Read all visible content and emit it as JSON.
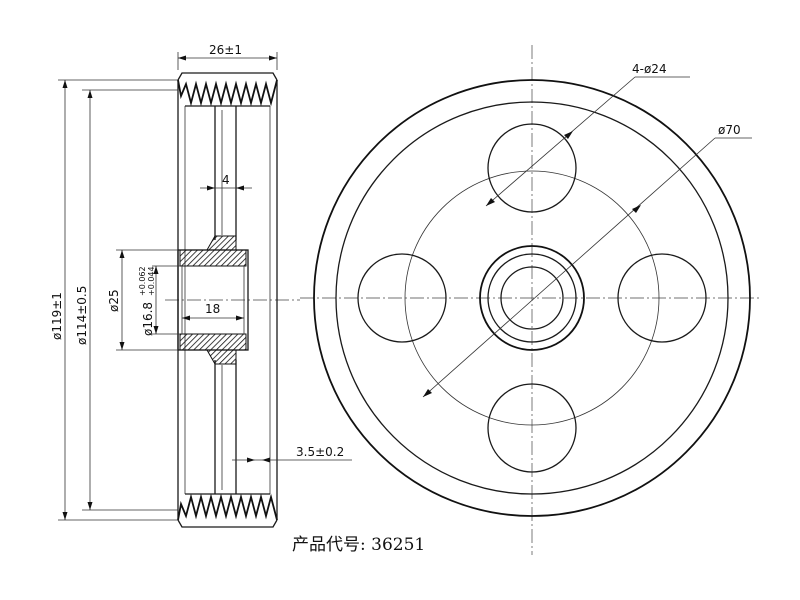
{
  "side_view": {
    "width_label": "26±1",
    "outer_dia_label": "ø119±1",
    "groove_dia_label": "ø114±0.5",
    "hub_outer_dia_label": "ø25",
    "bore_dia_label": "ø16.8",
    "bore_tol_upper": "+0.062",
    "bore_tol_lower": "+0.044",
    "hub_length_label": "18",
    "web_thickness_label": "4",
    "wall_label": "3.5±0.2"
  },
  "front_view": {
    "holes_label": "4-ø24",
    "pcd_label": "ø70"
  },
  "caption": {
    "prefix": "产品代号:",
    "code": "36251"
  }
}
